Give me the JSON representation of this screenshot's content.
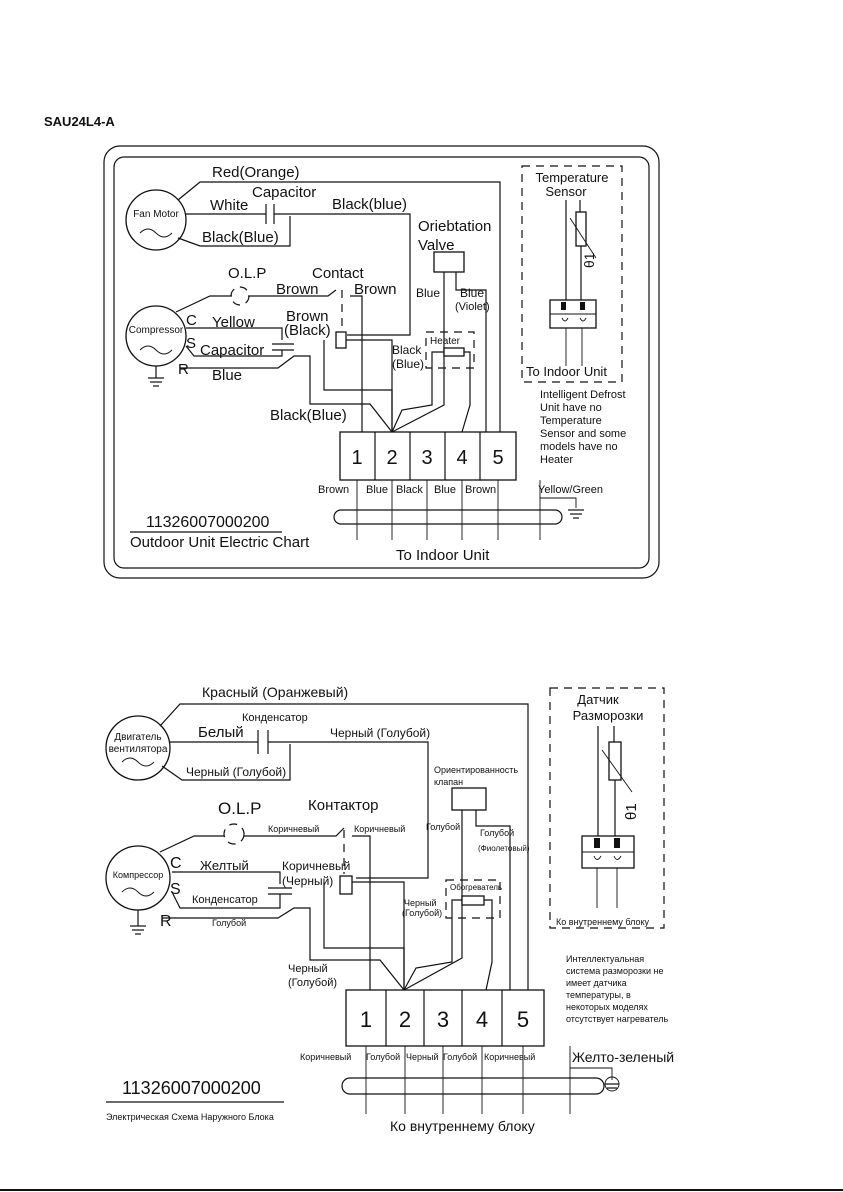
{
  "model": "SAU24L4-A",
  "en": {
    "fan_motor": "Fan Motor",
    "red_orange": "Red(Orange)",
    "white": "White",
    "capacitor_fan": "Capacitor",
    "black_blue_top": "Black(blue)",
    "black_blue_fan": "Black(Blue)",
    "orientation": "Oriebtation",
    "valve": "Valve",
    "olp": "O.L.P",
    "contact": "Contact",
    "brown_1": "Brown",
    "brown_2": "Brown",
    "blue_valve": "Blue",
    "blue_violet_1": "Blue",
    "blue_violet_2": "(Violet)",
    "compressor": "Compressor",
    "c": "C",
    "s": "S",
    "r": "R",
    "yellow": "Yellow",
    "brown_black_1": "Brown",
    "brown_black_2": "(Black)",
    "capacitor_comp": "Capacitor",
    "blue_comp": "Blue",
    "black_mid_1": "Black",
    "black_mid_2": "(Blue)",
    "heater": "Heater",
    "black_blue_bottom": "Black(Blue)",
    "terminals": [
      "1",
      "2",
      "3",
      "4",
      "5"
    ],
    "wire_labels": [
      "Brown",
      "Blue",
      "Black",
      "Blue",
      "Brown"
    ],
    "yellow_green": "Yellow/Green",
    "part_number": "11326007000200",
    "chart_title": "Outdoor Unit Electric Chart",
    "to_indoor": "To Indoor Unit",
    "temp_sensor_1": "Temperature",
    "temp_sensor_2": "Sensor",
    "theta": "θ1",
    "sensor_to_indoor": "To Indoor Unit",
    "note": [
      "Intelligent Defrost",
      "Unit have no",
      "Temperature",
      "Sensor and some",
      "models  have no",
      "Heater"
    ]
  },
  "ru": {
    "fan_motor_1": "Двигатель",
    "fan_motor_2": "вентилятора",
    "red_orange": "Красный (Оранжевый)",
    "white": "Белый",
    "capacitor_fan": "Конденсатор",
    "black_blue_top": "Черный (Голубой)",
    "black_blue_fan": "Черный (Голубой)",
    "orientation_1": "Ориентированность",
    "orientation_2": "клапан",
    "olp": "O.L.P",
    "contact": "Контактор",
    "brown_1": "Коричневый",
    "brown_2": "Коричневый",
    "blue_valve": "Голубой",
    "blue_violet_1": "Голубой",
    "blue_violet_2": "(Фиолетовый)",
    "compressor": "Компрессор",
    "c": "C",
    "s": "S",
    "r": "R",
    "yellow": "Желтый",
    "brown_black_1": "Коричневый",
    "brown_black_2": "(Черный)",
    "capacitor_comp": "Конденсатор",
    "blue_comp": "Голубой",
    "black_mid_1": "Черный",
    "black_mid_2": "(Голубой)",
    "heater": "Обогреватель",
    "black_blue_bottom_1": "Черный",
    "black_blue_bottom_2": "(Голубой)",
    "terminals": [
      "1",
      "2",
      "3",
      "4",
      "5"
    ],
    "wire_labels": [
      "Коричневый",
      "Голубой",
      "Черный",
      "Голубой",
      "Коричневый"
    ],
    "yellow_green": "Желто-зеленый",
    "part_number": "11326007000200",
    "chart_title": "Электрическая Схема Наружного Блока",
    "to_indoor": "Ко внутреннему блоку",
    "sensor_1": "Датчик",
    "sensor_2": "Разморозки",
    "theta": "θ1",
    "sensor_to_indoor": "Ко внутреннему блоку",
    "note": [
      "Интеллектуальная",
      "система разморозки не",
      "имеет датчика",
      "температуры, в",
      "некоторых моделях",
      "отсутствует нагреватель"
    ]
  }
}
